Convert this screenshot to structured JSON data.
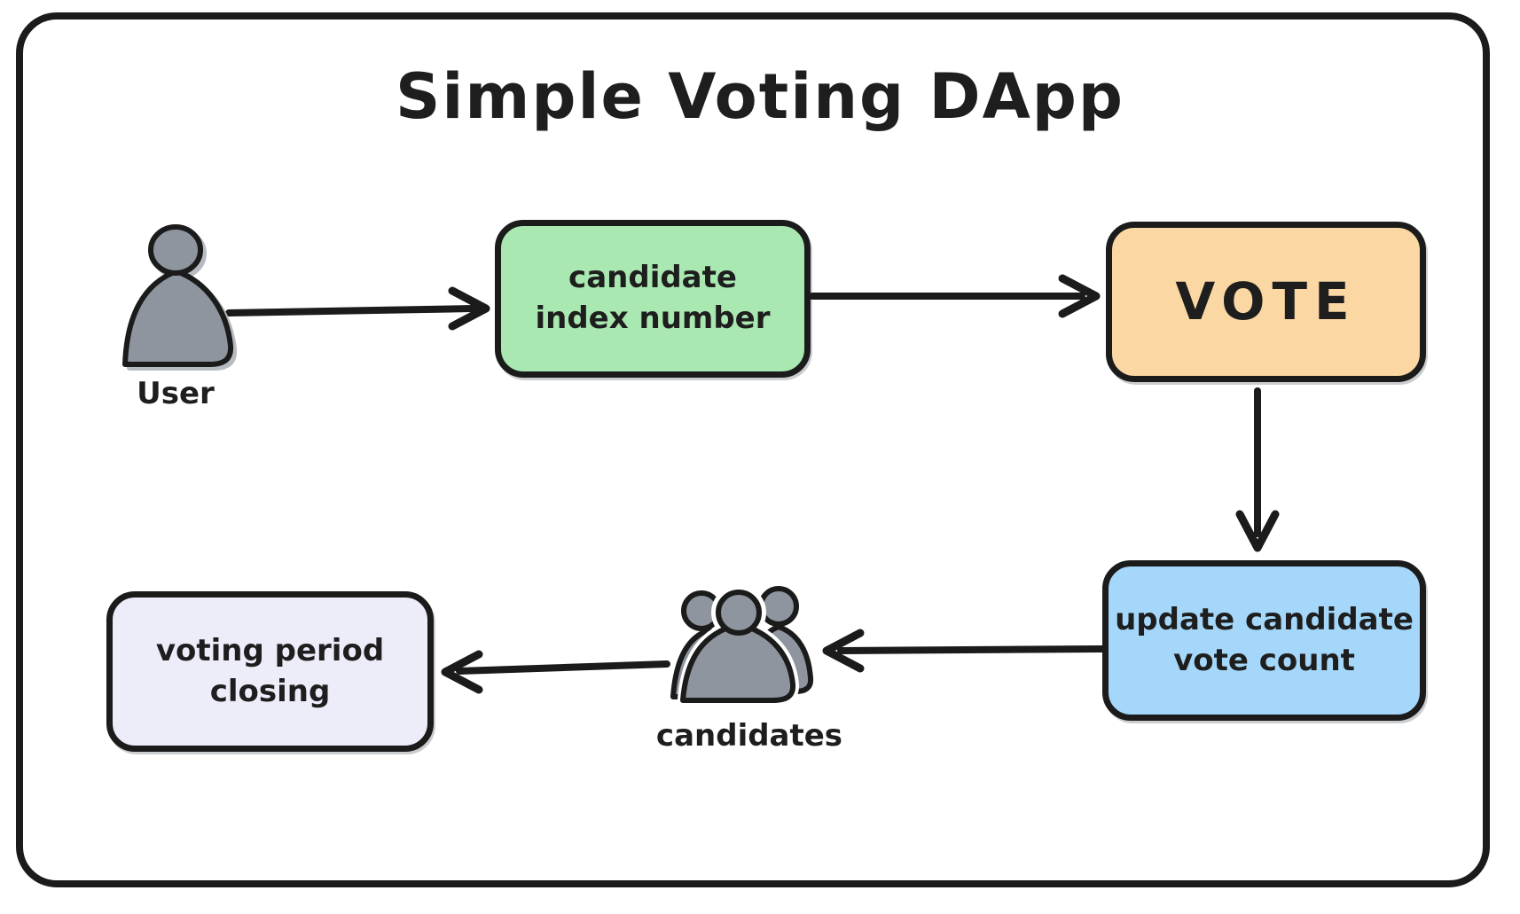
{
  "title": "Simple Voting DApp",
  "colors": {
    "stroke": "#1b1b1b",
    "background": "#ffffff",
    "node_green": "#a9e8b1",
    "node_orange": "#fbd8a3",
    "node_blue": "#a4d7f9",
    "node_lavender": "#edecf9",
    "actor_gray": "#8e959e"
  },
  "nodes": [
    {
      "id": "candidate-index",
      "label": "candidate\nindex number",
      "fill": "#a9e8b1"
    },
    {
      "id": "vote",
      "label": "VOTE",
      "fill": "#fbd8a3"
    },
    {
      "id": "update-count",
      "label": "update candidate\nvote count",
      "fill": "#a4d7f9"
    },
    {
      "id": "voting-period",
      "label": "voting period\nclosing",
      "fill": "#edecf9"
    }
  ],
  "actors": [
    {
      "id": "user",
      "label": "User",
      "icon": "person-icon"
    },
    {
      "id": "candidates",
      "label": "candidates",
      "icon": "people-group-icon"
    }
  ],
  "edges": [
    {
      "from": "user",
      "to": "candidate-index"
    },
    {
      "from": "candidate-index",
      "to": "vote"
    },
    {
      "from": "vote",
      "to": "update-count"
    },
    {
      "from": "update-count",
      "to": "candidates"
    },
    {
      "from": "candidates",
      "to": "voting-period"
    }
  ]
}
